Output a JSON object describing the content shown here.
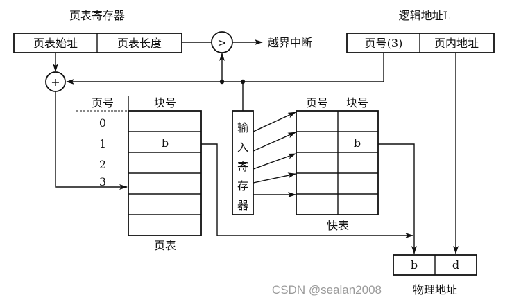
{
  "page_table_register": {
    "title": "页表寄存器",
    "start": "页表始址",
    "length": "页表长度"
  },
  "comparator": {
    "symbol": ">",
    "output": "越界中断"
  },
  "adder": {
    "symbol": "+"
  },
  "logical_address": {
    "title": "逻辑地址L",
    "page": "页号(3)",
    "offset": "页内地址"
  },
  "page_table": {
    "col_page": "页号",
    "col_block": "块号",
    "rows": [
      "0",
      "1",
      "2",
      "3"
    ],
    "block_value": "b",
    "label": "页表"
  },
  "input_register": {
    "chars": [
      "输",
      "入",
      "寄",
      "存",
      "器"
    ]
  },
  "tlb": {
    "col_page": "页号",
    "col_block": "块号",
    "block_value": "b",
    "label": "快表"
  },
  "physical_address": {
    "block": "b",
    "offset": "d",
    "label": "物理地址"
  },
  "watermark": "CSDN @sealan2008"
}
